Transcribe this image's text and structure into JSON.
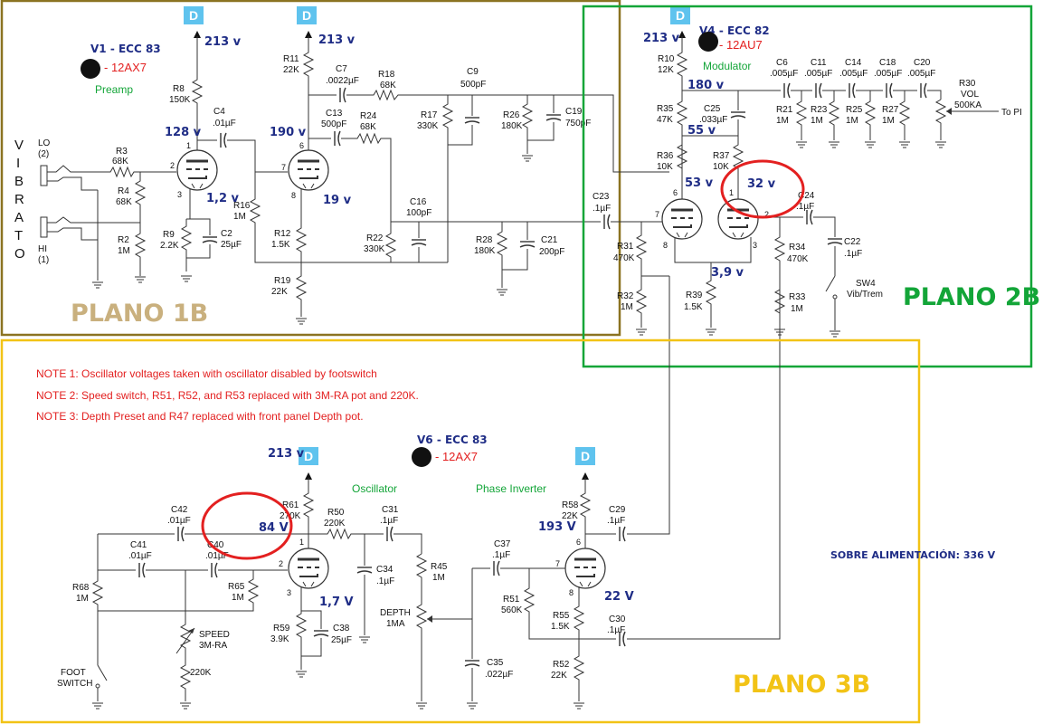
{
  "sections": {
    "plano_1b": "PLANO 1B",
    "plano_2b": "PLANO 2B",
    "plano_3b": "PLANO 3B"
  },
  "supply_label": "D",
  "tubes": {
    "v1": {
      "name": "V1 - ECC 83",
      "type": "- 12AX7",
      "function": "Preamp"
    },
    "v4": {
      "name": "V4 - ECC 82",
      "type": "- 12AU7",
      "function": "Modulator"
    },
    "v6": {
      "name": "V6 - ECC 83",
      "type": "- 12AX7"
    }
  },
  "stage_labels": {
    "oscillator": "Oscillator",
    "phase_inverter": "Phase Inverter"
  },
  "input": {
    "vibrato_letters": [
      "V",
      "I",
      "B",
      "R",
      "A",
      "T",
      "O"
    ],
    "lo": "LO",
    "lo_num": "(2)",
    "hi": "HI",
    "hi_num": "(1)"
  },
  "notes": [
    "NOTE 1: Oscillator voltages taken with oscillator disabled by footswitch",
    "NOTE 2: Speed switch, R51, R52, and R53 replaced with 3M-RA pot and 220K.",
    "NOTE 3: Depth Preset and R47 replaced with front panel Depth pot."
  ],
  "supply_note": "SOBRE ALIMENTACIÓN: 336 V",
  "to_pi": "To PI",
  "voltages": {
    "v1_b_plus": "213 v",
    "v1_plate": "128 v",
    "v1_cathode": "1,2 v",
    "v1b_b_plus": "213 v",
    "v1b_plate": "190 v",
    "v1b_cathode": "19 v",
    "v4_b_plus": "213 v",
    "v4_node": "180 v",
    "v4a_plate": "55 v",
    "v4a_cathode": "53 v",
    "v4b_plate": "32 v",
    "v4_cathode": "3,9 v",
    "v6_b_plus": "213 v",
    "v6a_plate": "84 V",
    "v6a_cathode": "1,7 V",
    "v6b_plate": "193 V",
    "v6b_cathode": "22 V"
  },
  "components": {
    "r3": [
      "R3",
      "68K"
    ],
    "r4": [
      "R4",
      "68K"
    ],
    "r2": [
      "R2",
      "1M"
    ],
    "r8": [
      "R8",
      "150K"
    ],
    "c4": [
      "C4",
      ".01µF"
    ],
    "r9": [
      "R9",
      "2.2K"
    ],
    "c2": [
      "C2",
      "25µF"
    ],
    "r16": [
      "R16",
      "1M"
    ],
    "r11": [
      "R11",
      "22K"
    ],
    "c7": [
      "C7",
      ".0022µF"
    ],
    "r18": [
      "R18",
      "68K"
    ],
    "c13": [
      "C13",
      "500pF"
    ],
    "r24": [
      "R24",
      "68K"
    ],
    "r12": [
      "R12",
      "1.5K"
    ],
    "r19": [
      "R19",
      "22K"
    ],
    "r17": [
      "R17",
      "330K"
    ],
    "c9": [
      "C9",
      "500pF"
    ],
    "r26": [
      "R26",
      "180K"
    ],
    "c19": [
      "C19",
      "750pF"
    ],
    "r22": [
      "R22",
      "330K"
    ],
    "c16": [
      "C16",
      "100pF"
    ],
    "r28": [
      "R28",
      "180K"
    ],
    "c21": [
      "C21",
      "200pF"
    ],
    "r10": [
      "R10",
      "12K"
    ],
    "r35": [
      "R35",
      "47K"
    ],
    "c25": [
      "C25",
      ".033µF"
    ],
    "r36": [
      "R36",
      "10K"
    ],
    "r37": [
      "R37",
      "10K"
    ],
    "c6": [
      "C6",
      ".005µF"
    ],
    "c11": [
      "C11",
      ".005µF"
    ],
    "c14": [
      "C14",
      ".005µF"
    ],
    "c18": [
      "C18",
      ".005µF"
    ],
    "c20": [
      "C20",
      ".005µF"
    ],
    "r21": [
      "R21",
      "1M"
    ],
    "r23": [
      "R23",
      "1M"
    ],
    "r25": [
      "R25",
      "1M"
    ],
    "r27": [
      "R27",
      "1M"
    ],
    "r30": [
      "R30",
      "VOL",
      "500KA"
    ],
    "c23": [
      "C23",
      ".1µF"
    ],
    "c24": [
      "C24",
      ".1µF"
    ],
    "r31": [
      "R31",
      "470K"
    ],
    "r32": [
      "R32",
      "1M"
    ],
    "r39": [
      "R39",
      "1.5K"
    ],
    "r34": [
      "R34",
      "470K"
    ],
    "r33": [
      "R33",
      "1M"
    ],
    "c22": [
      "C22",
      ".1µF"
    ],
    "sw4": [
      "SW4",
      "Vib/Trem"
    ],
    "c42": [
      "C42",
      ".01µF"
    ],
    "r61": [
      "R61",
      "270K"
    ],
    "r50": [
      "R50",
      "220K"
    ],
    "c31": [
      "C31",
      ".1µF"
    ],
    "c41": [
      "C41",
      ".01µF"
    ],
    "c40": [
      "C40",
      ".01µF"
    ],
    "r68": [
      "R68",
      "1M"
    ],
    "r65": [
      "R65",
      "1M"
    ],
    "c34": [
      "C34",
      ".1µF"
    ],
    "r45": [
      "R45",
      "1M"
    ],
    "depth": [
      "DEPTH",
      "1MA"
    ],
    "speed": [
      "SPEED",
      "3M-RA"
    ],
    "r220": [
      "220K"
    ],
    "r59": [
      "R59",
      "3.9K"
    ],
    "c38": [
      "C38",
      "25µF"
    ],
    "foot": [
      "FOOT",
      "SWITCH"
    ],
    "c37": [
      "C37",
      ".1µF"
    ],
    "r51": [
      "R51",
      "560K"
    ],
    "r55": [
      "R55",
      "1.5K"
    ],
    "c35": [
      "C35",
      ".022µF"
    ],
    "r58": [
      "R58",
      "22K"
    ],
    "c29": [
      "C29",
      ".1µF"
    ],
    "c30": [
      "C30",
      ".1µF"
    ],
    "r52": [
      "R52",
      "22K"
    ]
  },
  "pins": {
    "p1": "1",
    "p2": "2",
    "p3": "3",
    "p6": "6",
    "p7": "7",
    "p8": "8",
    "v4p6": "6",
    "v4p7": "7",
    "v4p8": "8",
    "v4p1": "1",
    "v4p2": "2",
    "v4p3": "3",
    "v6p1": "1",
    "v6p2": "2",
    "v6p3": "3",
    "v6p6": "6",
    "v6p7": "7",
    "v6p8": "8"
  },
  "colors": {
    "plano_1b_border": "#8b7321",
    "plano_2b_border": "#13a538",
    "plano_3b_border": "#f2c316",
    "supply_box": "#5fc3ee",
    "voltage_text": "#1f2d86",
    "note_text": "#e32020",
    "highlight_circle": "#e32020"
  }
}
